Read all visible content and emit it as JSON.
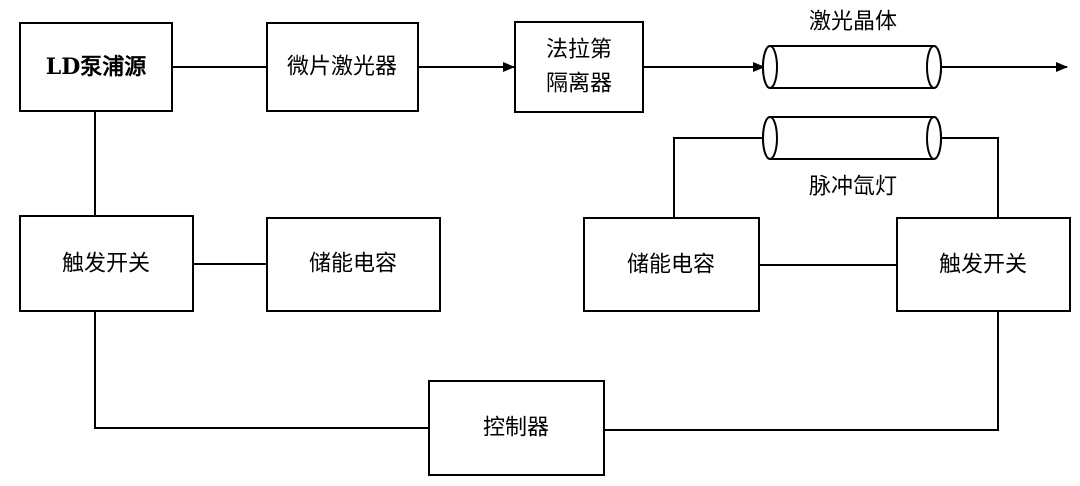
{
  "blocks": {
    "ld_pump": "LD泵浦源",
    "microchip_laser": "微片激光器",
    "faraday_isolator_line1": "法拉第",
    "faraday_isolator_line2": "隔离器",
    "trigger_switch_left": "触发开关",
    "storage_capacitor_left": "储能电容",
    "storage_capacitor_right": "储能电容",
    "trigger_switch_right": "触发开关",
    "controller": "控制器"
  },
  "components": {
    "laser_crystal": "激光晶体",
    "pulse_xenon_lamp": "脉冲氙灯"
  }
}
